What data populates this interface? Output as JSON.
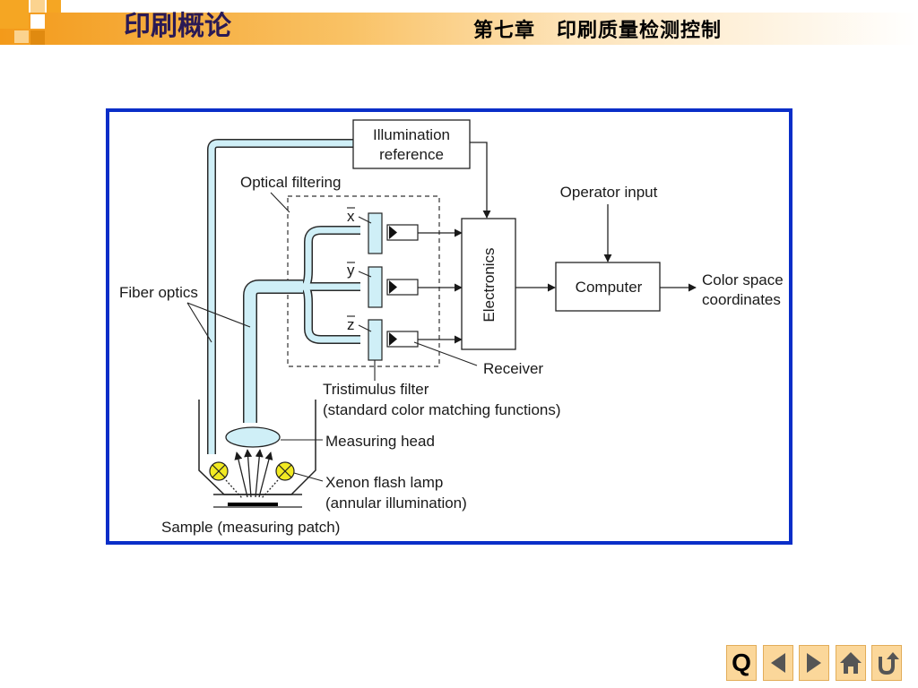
{
  "header": {
    "course_title": "印刷概论",
    "chapter_number": "第七章",
    "chapter_title": "印刷质量检测控制"
  },
  "diagram": {
    "illumination_reference_line1": "Illumination",
    "illumination_reference_line2": "reference",
    "optical_filtering": "Optical filtering",
    "operator_input": "Operator input",
    "electronics": "Electronics",
    "computer": "Computer",
    "output_line1": "Color space",
    "output_line2": "coordinates",
    "fiber_optics": "Fiber optics",
    "channel_x": "x",
    "channel_y": "y",
    "channel_z": "z",
    "receiver": "Receiver",
    "tristimulus_line1": "Tristimulus filter",
    "tristimulus_line2": "(standard color matching functions)",
    "measuring_head": "Measuring head",
    "lamp_line1": "Xenon flash lamp",
    "lamp_line2": "(annular illumination)",
    "sample": "Sample (measuring patch)"
  },
  "nav": {
    "search_label": "Q",
    "icons": [
      "search-icon",
      "previous-icon",
      "next-icon",
      "home-icon",
      "return-icon"
    ]
  },
  "colors": {
    "header_accent": "#f39a1a",
    "figure_border": "#0a2ec8",
    "fiber_fill": "#cfeff7",
    "lamp_fill": "#f2ea22"
  }
}
